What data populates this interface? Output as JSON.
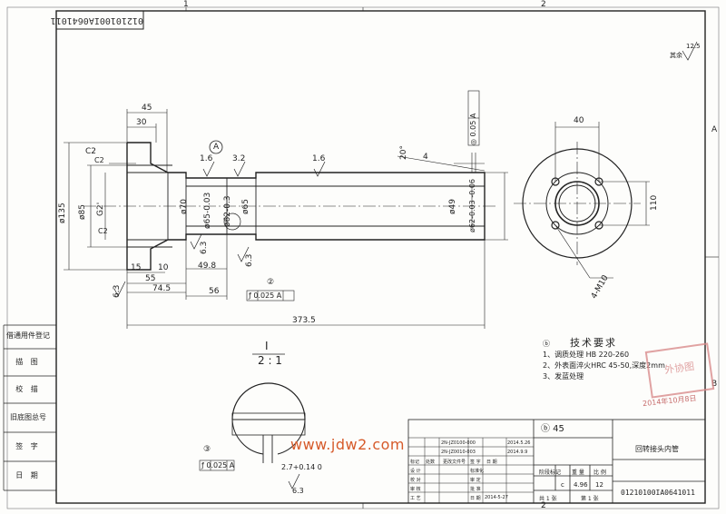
{
  "sheet": {
    "drawing_number": "01210100IA0641011",
    "drawing_number_top": "01210100IA0641011",
    "zone_top_left": "1",
    "zone_top_right": "2",
    "zone_bottom": "2",
    "zone_right_a": "A",
    "zone_right_b": "B",
    "watermark": "www.jdw2.com"
  },
  "side_table": {
    "rows": [
      "借通用件登记",
      "描 图",
      "校 描",
      "旧底图总号",
      "签 字",
      "日 期"
    ]
  },
  "roughness_top": {
    "value": "12.5",
    "label": "其余"
  },
  "main_view": {
    "dims": {
      "d45": "45",
      "d30": "30",
      "dC2a": "C2",
      "dC2b": "C2",
      "dC2c": "C2",
      "d135": "ø135",
      "d85": "ø85",
      "dG2": "G2'",
      "d70": "ø70",
      "d65a": "ø65-0.03",
      "d62a": "ø62-0.3",
      "d65b": "ø65",
      "d49": "ø49",
      "d62b": "ø62-0.03 -0.06",
      "r16a": "1.6",
      "r32": "3.2",
      "r16b": "1.6",
      "r63a": "6.3",
      "r63b": "6.3",
      "r63c": "6.3",
      "d15": "15",
      "d10": "10",
      "d55": "55",
      "d498": "49.8",
      "d745": "74.5",
      "d56": "56",
      "d3735": "373.5",
      "d4": "4",
      "d20": "20°",
      "datum_a": "A",
      "runout_top": "◎ 0.05 A",
      "runout_mid": "ƒ 0.025 A",
      "circled_2": "②"
    }
  },
  "flange_view": {
    "d40": "40",
    "d110": "110",
    "holes": "4-M10"
  },
  "section": {
    "label": "I",
    "scale": "2 : 1"
  },
  "detail": {
    "circled": "③",
    "runout": "ƒ 0.025 A",
    "depth": "2.7+0.14 0",
    "rough": "6.3"
  },
  "notes": {
    "circled": "ⓑ",
    "title": "技术要求",
    "lines": [
      "1、调质处理 HB 220-260",
      "2、外表面淬火HRC 45-50,深度2mm",
      "3、发蓝处理"
    ]
  },
  "stamp": {
    "text": "外协图",
    "date": "2014年10月8日"
  },
  "title_block": {
    "circled_45": "ⓑ 45",
    "part_name": "回转接头内管",
    "drawing_no": "01210100IA0641011",
    "c_label": "c",
    "weight": "4.96",
    "scale": "12",
    "headers": [
      "阶段标记",
      "重 量",
      "比 例"
    ],
    "sheet_total": "共 1 张",
    "sheet_no": "第 1 张",
    "rev_rows": [
      "2N-JZ0100-000",
      "2N-JZ0010-003"
    ],
    "rev_dates": [
      "2014.5.26",
      "2014.9.9"
    ],
    "col_labels": [
      "标记",
      "处数",
      "更改文件号",
      "签 字",
      "日 期"
    ],
    "sign_labels": [
      "设 计",
      "校 对",
      "审 核",
      "工 艺"
    ],
    "sign_labels2": [
      "标准化",
      "审 定",
      "批 准",
      "日 期"
    ],
    "date": "2014-5-27"
  }
}
